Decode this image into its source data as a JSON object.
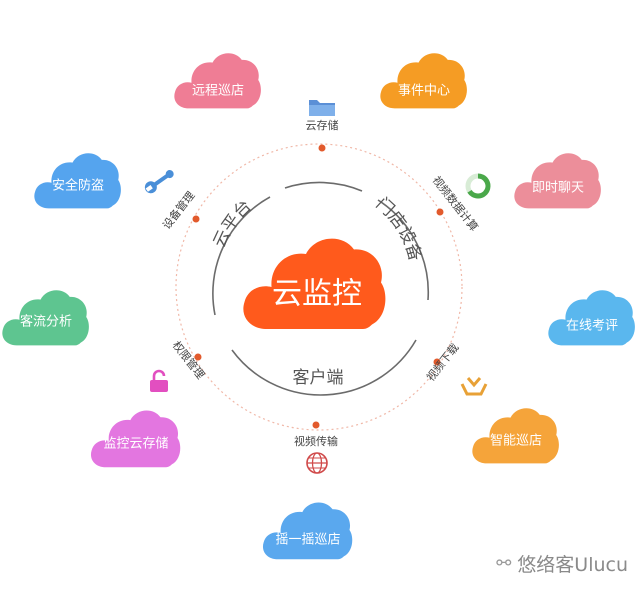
{
  "center": {
    "label": "云监控",
    "color": "#ff5a1c"
  },
  "inner_arcs": {
    "top_left": "云平台",
    "top_right": "门店设备",
    "bottom": "客户端"
  },
  "clouds": [
    {
      "label": "远程巡店",
      "color": "#ef7d95"
    },
    {
      "label": "事件中心",
      "color": "#f59c24"
    },
    {
      "label": "即时聊天",
      "color": "#ec8e9a"
    },
    {
      "label": "在线考评",
      "color": "#5ab7ee"
    },
    {
      "label": "智能巡店",
      "color": "#f5a43a"
    },
    {
      "label": "摇一摇巡店",
      "color": "#5aa8ee"
    },
    {
      "label": "监控云存储",
      "color": "#e376e0"
    },
    {
      "label": "客流分析",
      "color": "#5ec590"
    },
    {
      "label": "安全防盗",
      "color": "#55a4ee"
    }
  ],
  "ring_nodes": [
    {
      "label": "云存储",
      "icon": "folder-icon"
    },
    {
      "label": "视频数据计算",
      "icon": "progress-ring-icon"
    },
    {
      "label": "视频下载",
      "icon": "tray-icon"
    },
    {
      "label": "视频传输",
      "icon": "globe-icon"
    },
    {
      "label": "权限管理",
      "icon": "lock-icon"
    },
    {
      "label": "设备管理",
      "icon": "wrench-icon"
    }
  ],
  "colors": {
    "ring": "#f0b8a8",
    "node_dot": "#e25a2c",
    "inner_arc": "#6b6b6b"
  },
  "watermark": {
    "text": "悠络客Ulucu",
    "icon": "wechat-icon"
  }
}
